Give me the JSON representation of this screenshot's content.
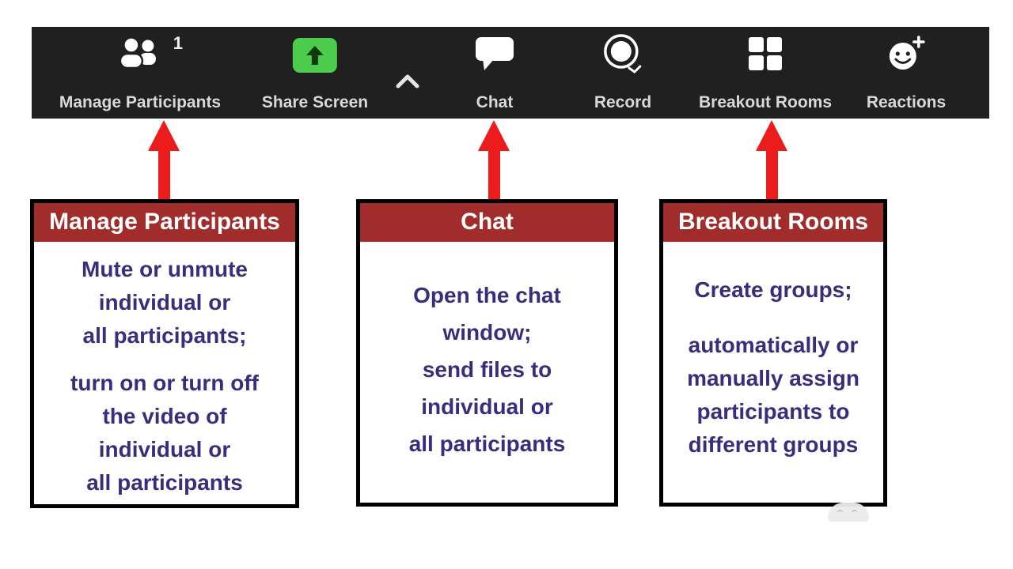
{
  "toolbar": {
    "background": "#202020",
    "label_color": "#d9d9d9",
    "items": [
      {
        "label": "Manage Participants",
        "badge": "1",
        "icon": "participants-icon"
      },
      {
        "label": "Share Screen",
        "icon": "share-screen-icon"
      },
      {
        "label": "Chat",
        "icon": "chat-icon"
      },
      {
        "label": "Record",
        "icon": "record-icon"
      },
      {
        "label": "Breakout Rooms",
        "icon": "breakout-rooms-icon"
      },
      {
        "label": "Reactions",
        "icon": "reactions-icon"
      }
    ]
  },
  "callouts": [
    {
      "title": "Manage Participants",
      "para1": [
        "Mute or unmute",
        "individual or",
        "all participants;"
      ],
      "para2": [
        "turn on or turn off",
        "the video of",
        "individual or",
        "all participants"
      ]
    },
    {
      "title": "Chat",
      "para1": [
        "Open the chat",
        "window;"
      ],
      "para2": [
        "send files to",
        "individual or",
        "all participants"
      ]
    },
    {
      "title": "Breakout Rooms",
      "para1": [
        "Create groups;"
      ],
      "para2": [
        "automatically or",
        "manually assign",
        "participants to",
        "different groups"
      ]
    }
  ],
  "colors": {
    "toolbar_bg": "#202020",
    "header_red": "#a02c2c",
    "body_text": "#3a2d7c",
    "arrow_red": "#ed1c1c",
    "share_screen_green": "#4ccc4c",
    "icon_white": "#ffffff"
  }
}
